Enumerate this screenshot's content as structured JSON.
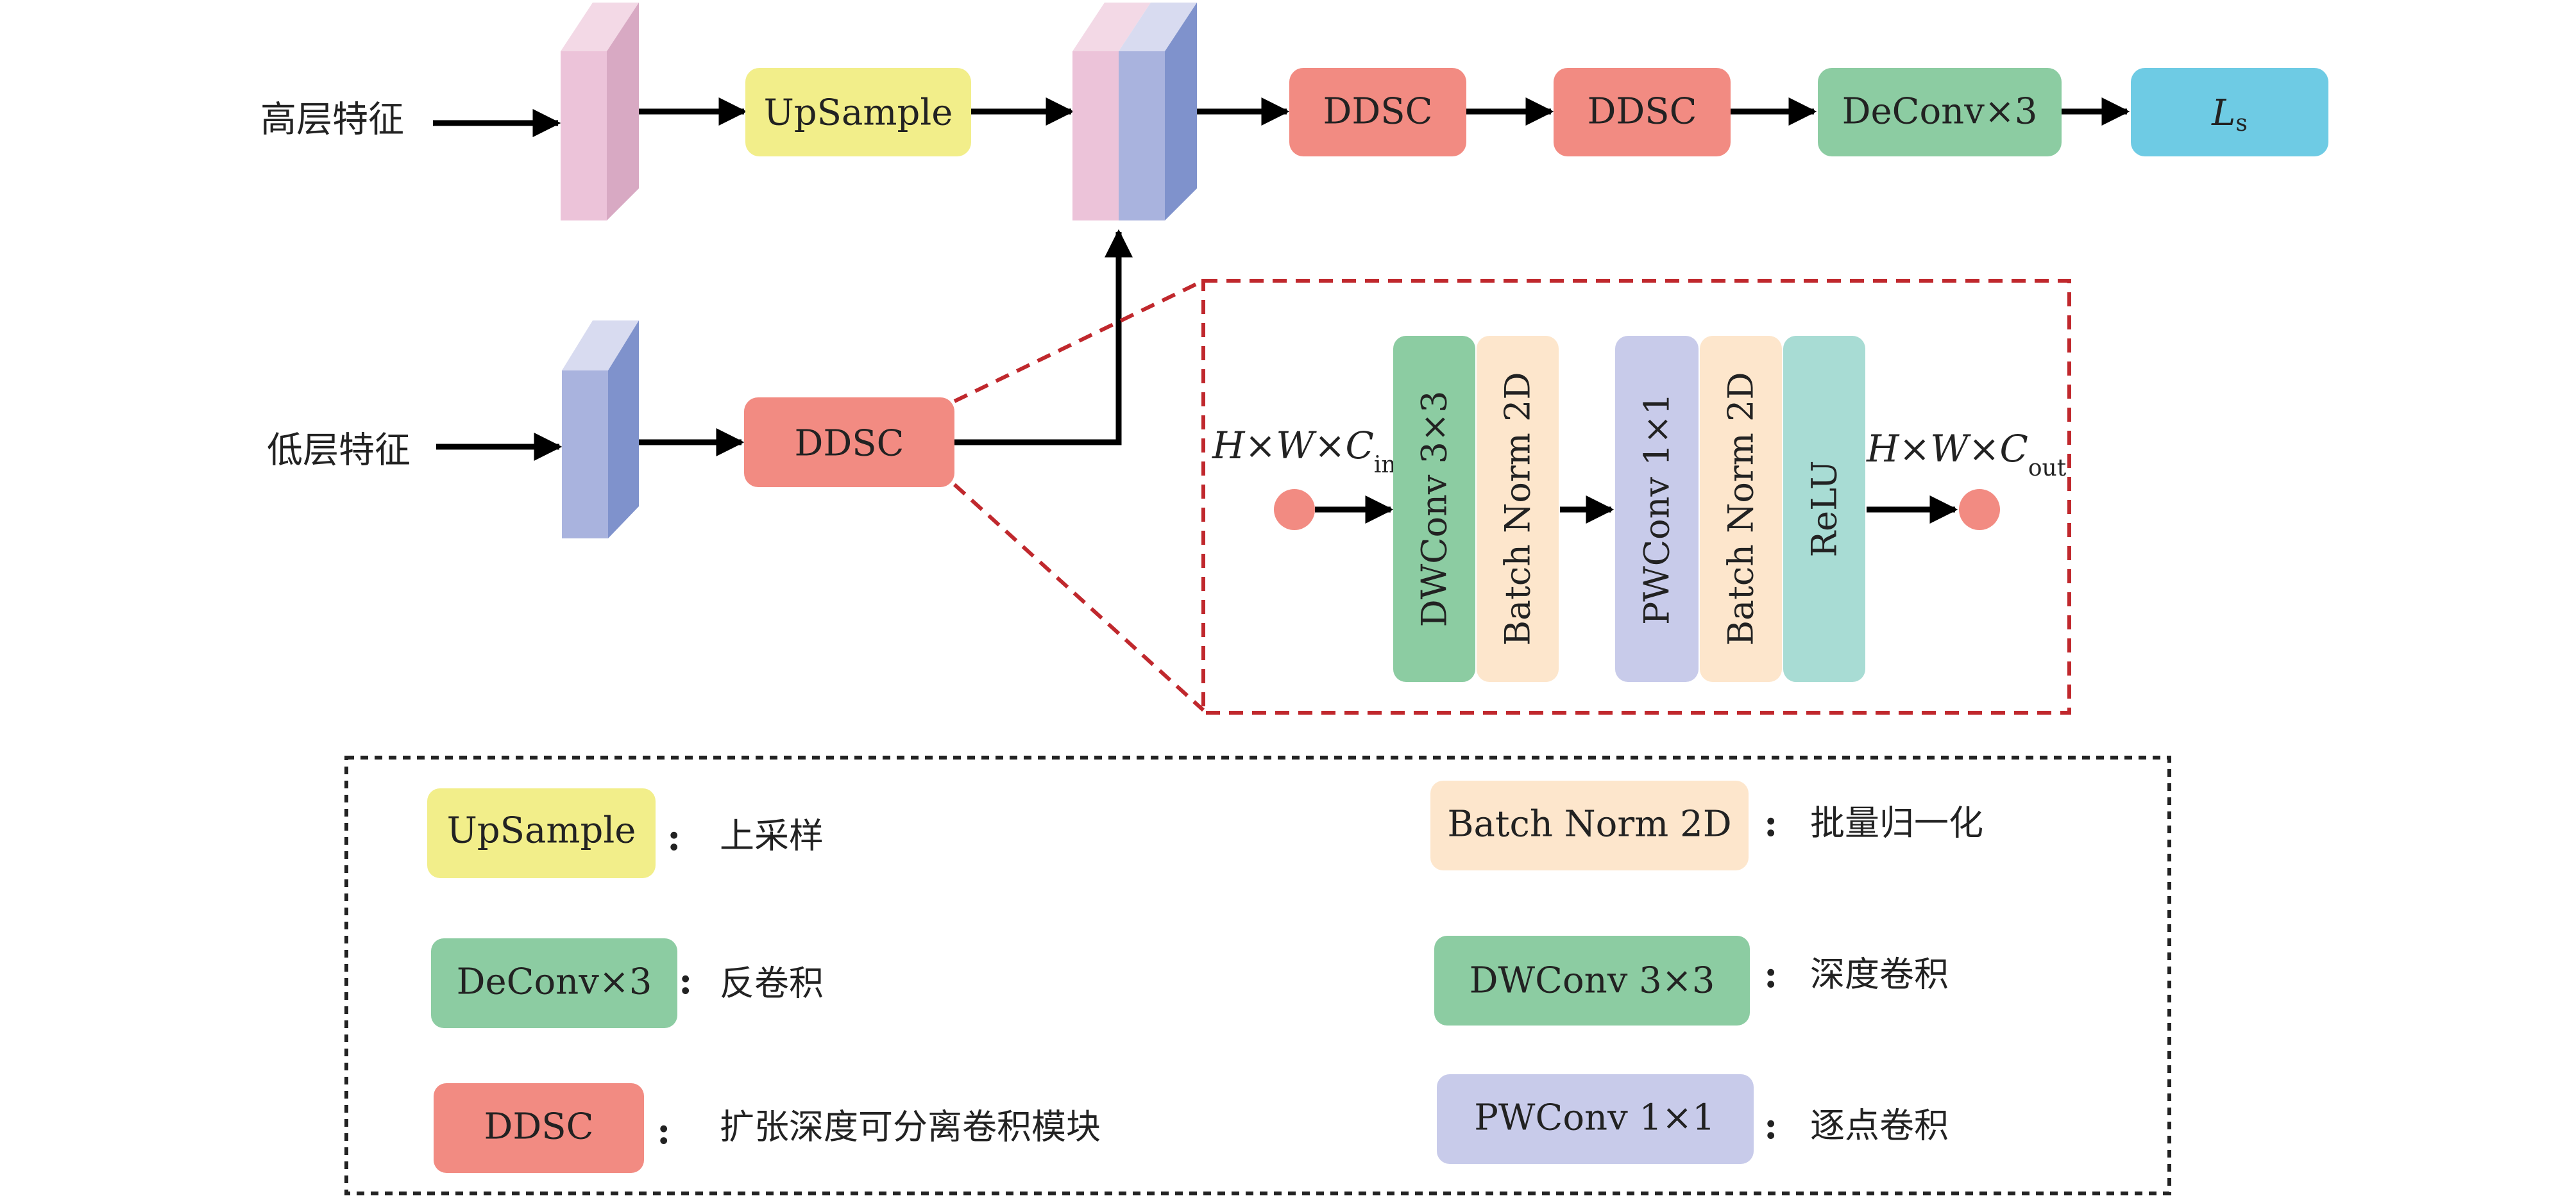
{
  "inputs": {
    "high_level": "高层特征",
    "low_level": "低层特征"
  },
  "top_row": {
    "upsample": "UpSample",
    "ddsc_1": "DDSC",
    "ddsc_2": "DDSC",
    "deconv": "DeConv×3",
    "loss_main": "L",
    "loss_sub": "s"
  },
  "low_row": {
    "ddsc": "DDSC"
  },
  "detail": {
    "input_shape": {
      "h": "H",
      "x1": "×",
      "w": "W",
      "x2": "×",
      "c": "C",
      "sub": "in"
    },
    "output_shape": {
      "h": "H",
      "x1": "×",
      "w": "W",
      "x2": "×",
      "c": "C",
      "sub": "out"
    },
    "blocks": [
      "DWConv 3×3",
      "Batch Norm 2D",
      "PWConv 1×1",
      "Batch Norm 2D",
      "ReLU"
    ]
  },
  "legend": {
    "items": [
      {
        "box": "UpSample",
        "colon": ":",
        "desc": "上采样"
      },
      {
        "box": "Batch Norm 2D",
        "colon": ":",
        "desc": "批量归一化"
      },
      {
        "box": "DeConv×3",
        "colon": ":",
        "desc": "反卷积"
      },
      {
        "box": "DWConv 3×3",
        "colon": ":",
        "desc": "深度卷积"
      },
      {
        "box": "DDSC",
        "colon": ":",
        "desc": "扩张深度可分离卷积模块"
      },
      {
        "box": "PWConv 1×1",
        "colon": ":",
        "desc": "逐点卷积"
      }
    ]
  },
  "colors": {
    "upsample": "#f2ee8a",
    "ddsc": "#f28b82",
    "deconv": "#8ccca2",
    "loss": "#6ecbe4",
    "batchnorm": "#fde6cc",
    "pwconv": "#c8cbea",
    "relu": "#a8dcd4",
    "pink_block": "#ecc3d9",
    "blue_block": "#a9b3de",
    "dashed_red": "#c0282d"
  }
}
